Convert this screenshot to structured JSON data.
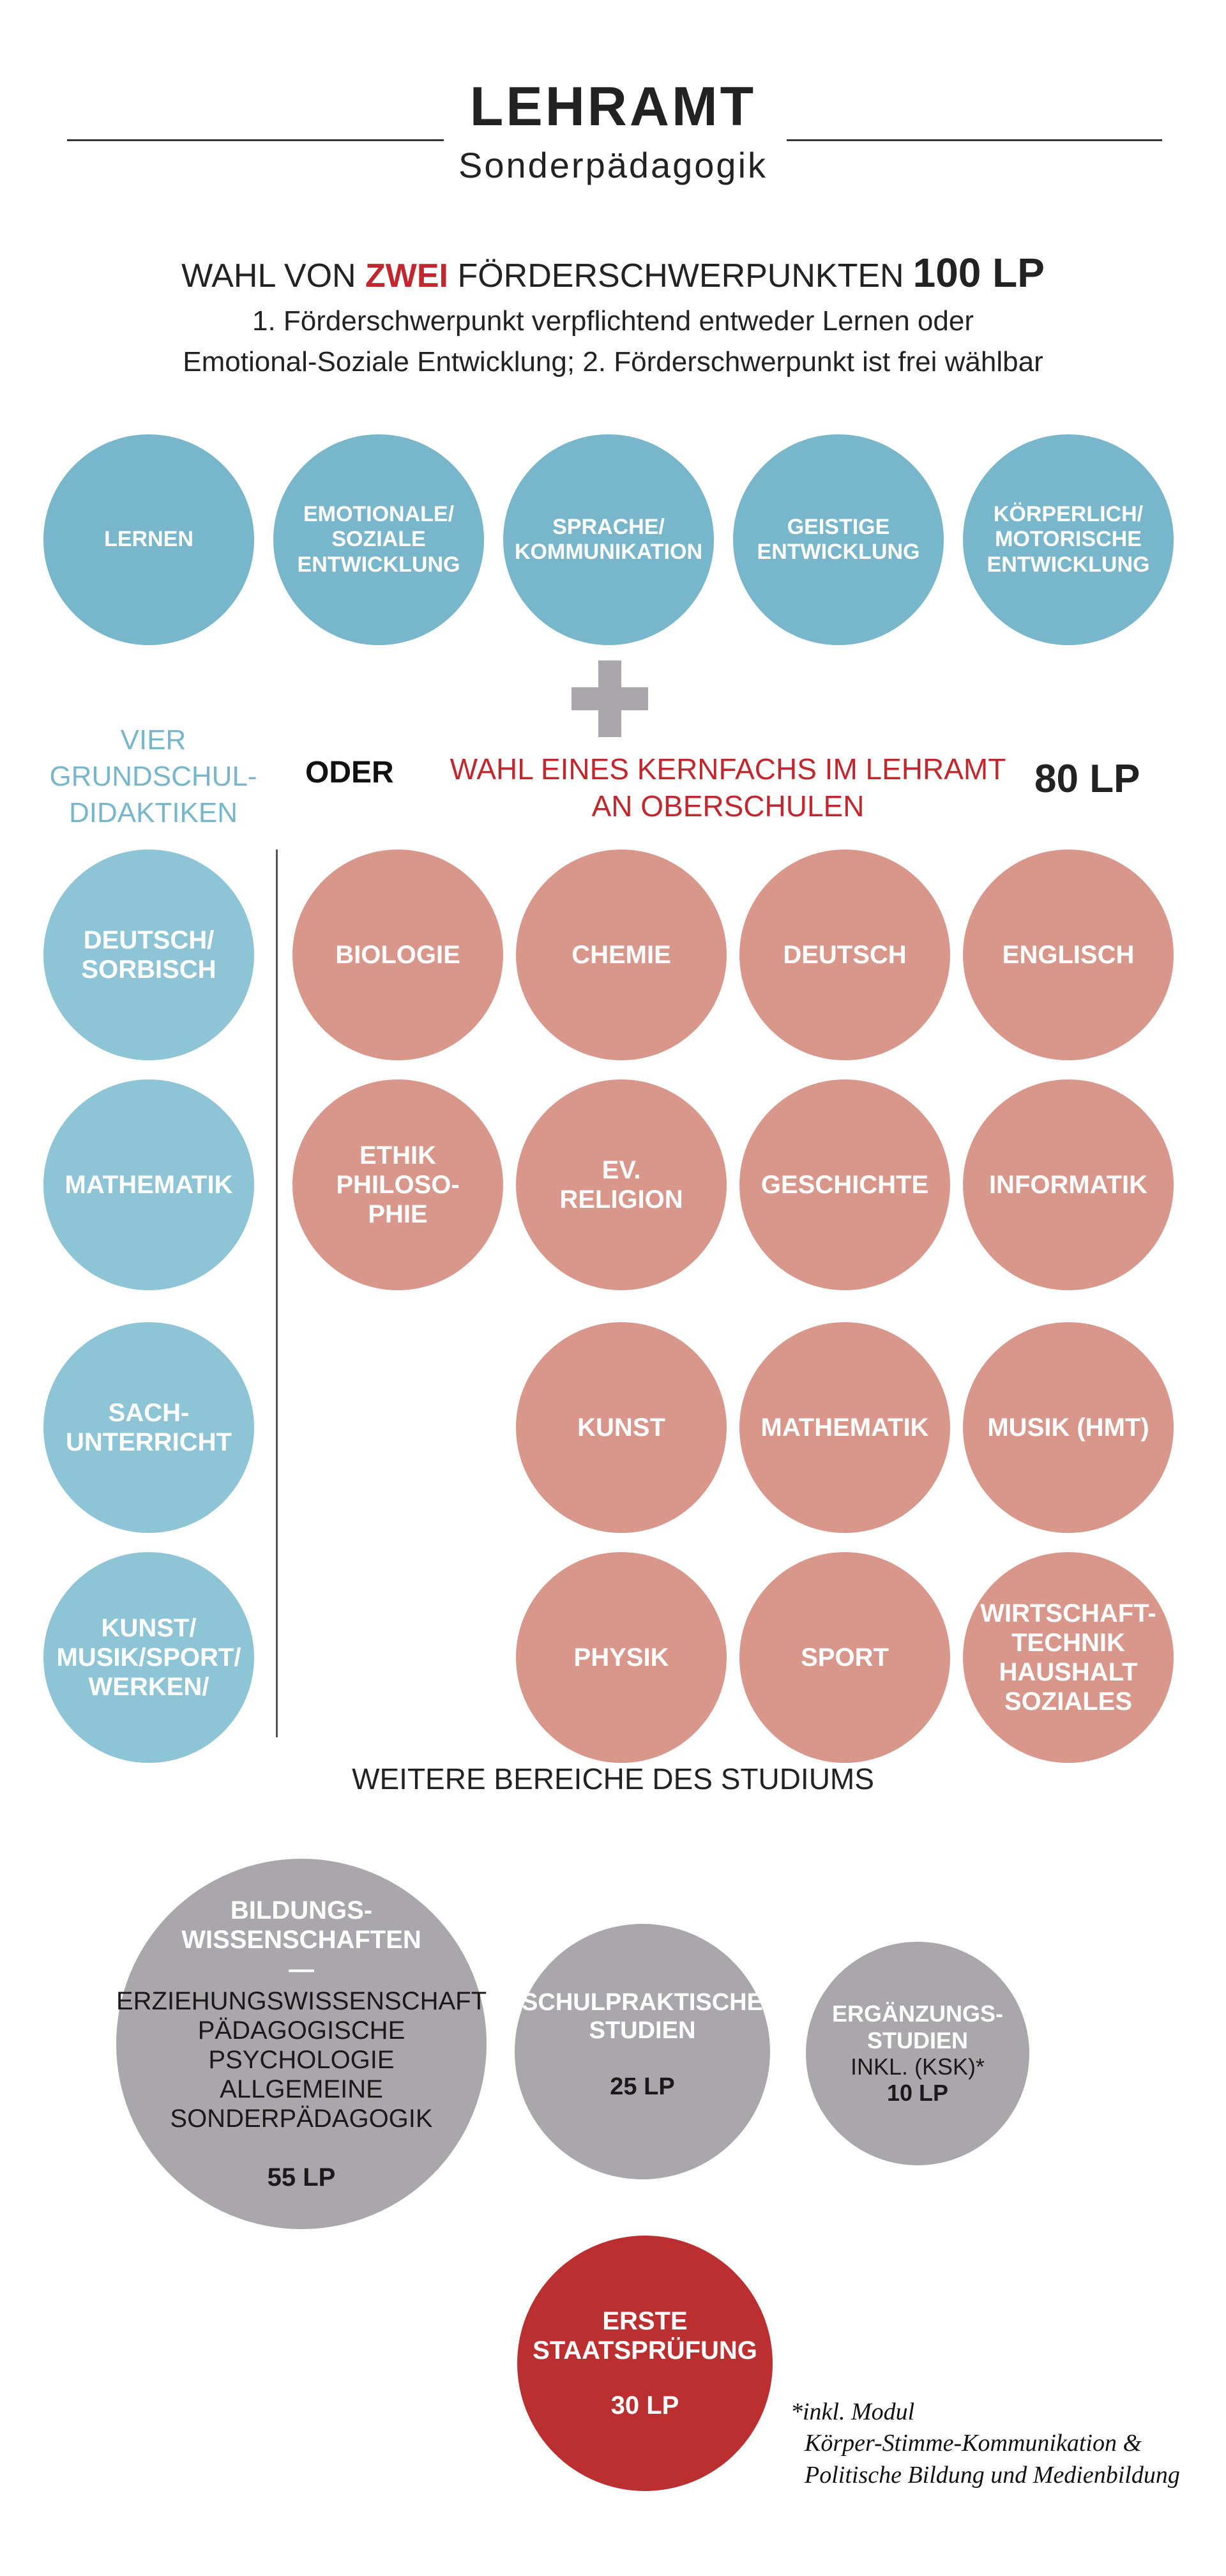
{
  "header": {
    "title": "LEHRAMT",
    "subtitle": "Sonderpädagogik"
  },
  "wahl": {
    "prefix": "WAHL VON ",
    "highlight": "ZWEI",
    "suffix": " FÖRDERSCHWERPUNKTEN",
    "lp": "100 LP",
    "line1": "1. Förderschwerpunkt verpflichtend entweder Lernen oder",
    "line2": "Emotional-Soziale Entwicklung; 2. Förderschwerpunkt ist frei wählbar"
  },
  "schwerpunkte": [
    [
      "LERNEN"
    ],
    [
      "EMOTIONALE/",
      "SOZIALE",
      "ENTWICKLUNG"
    ],
    [
      "SPRACHE/",
      "KOMMUNIKATION"
    ],
    [
      "GEISTIGE",
      "ENTWICKLUNG"
    ],
    [
      "KÖRPERLICH/",
      "MOTORISCHE",
      "ENTWICKLUNG"
    ]
  ],
  "mid": {
    "vier": [
      "VIER",
      "GRUNDSCHUL-",
      "DIDAKTIKEN"
    ],
    "oder": "ODER",
    "kern": [
      "WAHL EINES KERNFACHS IM LEHRAMT",
      "AN OBERSCHULEN"
    ],
    "lp": "80 LP"
  },
  "grundschul": [
    [
      "DEUTSCH/",
      "SORBISCH"
    ],
    [
      "MATHEMATIK"
    ],
    [
      "SACH-",
      "UNTERRICHT"
    ],
    [
      "KUNST/",
      "MUSIK/SPORT/",
      "WERKEN/"
    ]
  ],
  "kernfaecher": [
    [
      "BIOLOGIE"
    ],
    [
      "CHEMIE"
    ],
    [
      "DEUTSCH"
    ],
    [
      "ENGLISCH"
    ],
    [
      "ETHIK",
      "PHILOSO-",
      "PHIE"
    ],
    [
      "EV.",
      "RELIGION"
    ],
    [
      "GESCHICHTE"
    ],
    [
      "INFORMATIK"
    ],
    [
      "KUNST"
    ],
    [
      "MATHEMATIK"
    ],
    [
      "MUSIK (HMT)"
    ],
    [
      "PHYSIK"
    ],
    [
      "SPORT"
    ],
    [
      "WIRTSCHAFT-",
      "TECHNIK",
      "HAUSHALT",
      "SOZIALES"
    ]
  ],
  "weitere": "WEITERE BEREICHE DES STUDIUMS",
  "bildung": {
    "title": [
      "BILDUNGS-",
      "WISSENSCHAFTEN",
      "—"
    ],
    "items": [
      "ERZIEHUNGSWISSENSCHAFT",
      "PÄDAGOGISCHE",
      "PSYCHOLOGIE",
      "ALLGEMEINE",
      "SONDERPÄDAGOGIK"
    ],
    "lp": "55 LP"
  },
  "schulprakt": {
    "title": [
      "SCHULPRAKTISCHE",
      "STUDIEN"
    ],
    "lp": "25 LP"
  },
  "ergaenzung": {
    "title": [
      "ERGÄNZUNGS-",
      "STUDIEN"
    ],
    "sub": "INKL. (KSK)*",
    "lp": "10 LP"
  },
  "staats": {
    "title": [
      "ERSTE",
      "STAATSPRÜFUNG"
    ],
    "lp": "30 LP"
  },
  "note": [
    "*inkl. Modul",
    "Körper-Stimme-Kommunikation &",
    "Politische Bildung und Medienbildung"
  ],
  "colors": {
    "blue": "#78b6cb",
    "light_blue": "#8ec5d6",
    "salmon": "#d9968a",
    "grey": "#a9a7ab",
    "red": "#bb2f31",
    "accent_red": "#c0282d"
  }
}
